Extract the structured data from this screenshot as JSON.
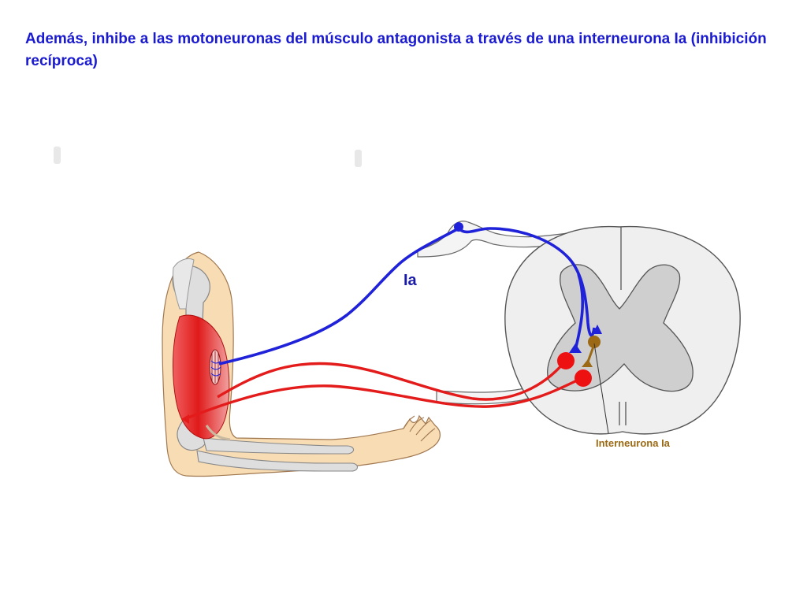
{
  "slide": {
    "title": "Además, inhibe a las motoneuronas del músculo antagonista a través de una interneurona Ia (inhibición recíproca)"
  },
  "labels": {
    "afferent": "Ia",
    "interneuron": "Interneurona Ia"
  },
  "colors": {
    "title": "#1a1ad0",
    "afferent_fiber": "#1f22d8",
    "motor_fiber": "#e41b1b",
    "interneuron": "#9c6a14",
    "gray_matter": "#cfcfcf",
    "white_matter": "#efefef",
    "skin": "#f8dcb4",
    "muscle": "#e32222",
    "bone": "#dedede"
  },
  "icons": {
    "arm": "arm-illustration",
    "spinal_cord": "spinal-cord-cross-section"
  }
}
